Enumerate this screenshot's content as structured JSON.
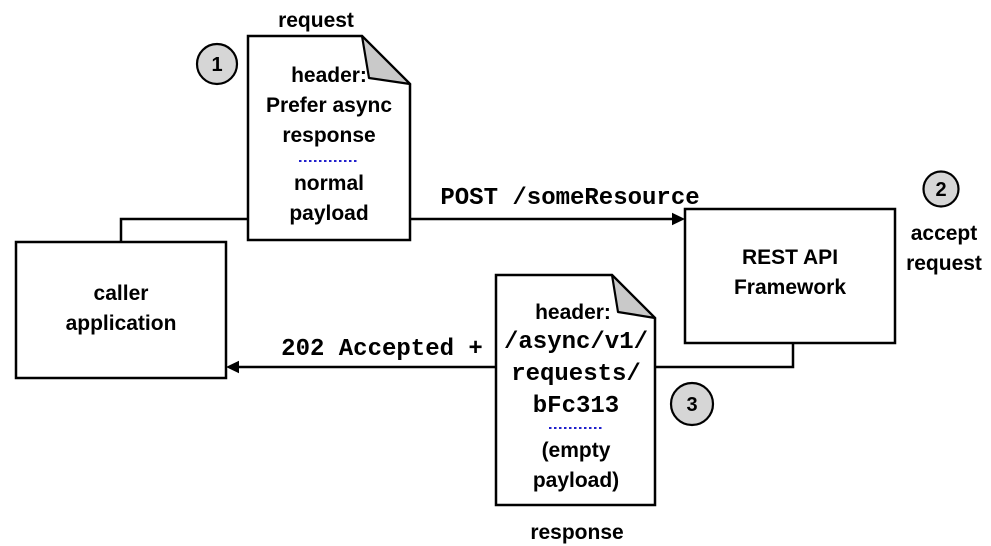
{
  "colors": {
    "text_blue": "#2121cc",
    "label_brown": "#8a5013",
    "circle_fill": "#d6d6d6",
    "fold_fill": "#c9c9c9"
  },
  "captions": {
    "request": "request",
    "response": "response"
  },
  "steps": [
    {
      "number": "1"
    },
    {
      "number": "2",
      "label_line1": "accept",
      "label_line2": "request"
    },
    {
      "number": "3"
    }
  ],
  "request_document": {
    "header_lines": [
      "header:",
      "Prefer async",
      "response"
    ],
    "payload_lines": [
      "normal",
      "payload"
    ]
  },
  "response_document": {
    "header_label": "header:",
    "mono_lines": [
      "/async/v1/",
      "requests/",
      "bFc313"
    ],
    "payload_lines": [
      "(empty",
      "payload)"
    ]
  },
  "nodes": {
    "caller": {
      "lines": [
        "caller",
        "application"
      ]
    },
    "rest_api": {
      "lines": [
        "REST API",
        "Framework"
      ]
    }
  },
  "messages": {
    "post": "POST /someResource",
    "accepted": "202 Accepted +"
  }
}
